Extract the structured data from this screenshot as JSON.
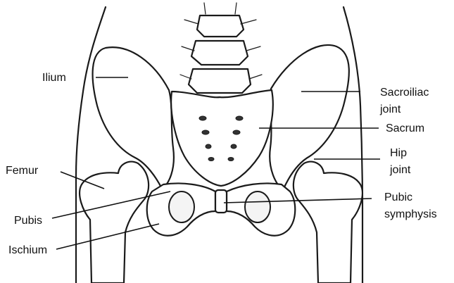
{
  "labels": {
    "ilium": "Ilium",
    "femur": "Femur",
    "pubis": "Pubis",
    "ischium": "Ischium",
    "sacroiliac_line1": "Sacroiliac",
    "sacroiliac_line2": "joint",
    "sacrum": "Sacrum",
    "hip_line1": "Hip",
    "hip_line2": "joint",
    "pubic_line1": "Pubic",
    "pubic_line2": "symphysis"
  }
}
